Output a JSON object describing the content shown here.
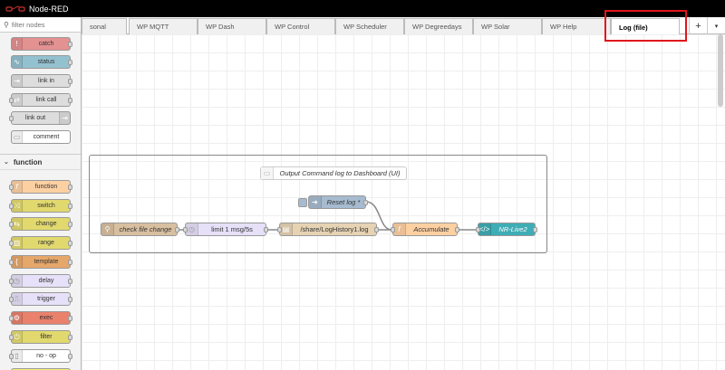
{
  "header": {
    "title": "Node-RED"
  },
  "palette": {
    "filter_placeholder": "filter nodes",
    "top_nodes": [
      {
        "label": "catch",
        "color": "#e49191",
        "icon": "exclamation-icon"
      },
      {
        "label": "status",
        "color": "#94c1d0",
        "icon": "pulse-icon"
      },
      {
        "label": "link in",
        "color": "#dddddd",
        "icon": "link-icon"
      },
      {
        "label": "link call",
        "color": "#dddddd",
        "icon": "link-icon"
      },
      {
        "label": "link out",
        "color": "#dddddd",
        "icon": "link-icon"
      },
      {
        "label": "comment",
        "color": "#ffffff",
        "icon": "comment-icon"
      }
    ],
    "category": "function",
    "function_nodes": [
      {
        "label": "function",
        "color": "#fdd0a2",
        "icon": "function-icon"
      },
      {
        "label": "switch",
        "color": "#e2d96e",
        "icon": "switch-icon"
      },
      {
        "label": "change",
        "color": "#e2d96e",
        "icon": "shuffle-icon"
      },
      {
        "label": "range",
        "color": "#e2d96e",
        "icon": "range-icon"
      },
      {
        "label": "template",
        "color": "#e6a76a",
        "icon": "brace-icon"
      },
      {
        "label": "delay",
        "color": "#e6e0f8",
        "icon": "clock-icon"
      },
      {
        "label": "trigger",
        "color": "#e6e0f8",
        "icon": "trigger-icon"
      },
      {
        "label": "exec",
        "color": "#e9816c",
        "icon": "cog-icon"
      },
      {
        "label": "filter",
        "color": "#e2d96e",
        "icon": "filter-icon"
      },
      {
        "label": "no - op",
        "color": "#ffffff",
        "icon": "plug-icon"
      }
    ]
  },
  "tabs": [
    {
      "label": "sonal",
      "active": false
    },
    {
      "label": "WP MQTT",
      "active": false
    },
    {
      "label": "WP Dash",
      "active": false
    },
    {
      "label": "WP Control",
      "active": false
    },
    {
      "label": "WP Scheduler",
      "active": false
    },
    {
      "label": "WP Degreedays",
      "active": false
    },
    {
      "label": "WP Solar",
      "active": false
    },
    {
      "label": "WP Help",
      "active": false
    },
    {
      "label": "Log (file)",
      "active": true
    }
  ],
  "tab_add": "+",
  "tab_menu": "▾",
  "flow": {
    "comment": "Output Command log to Dashboard (UI)",
    "nodes": [
      {
        "label": "check file change",
        "color": "#d8bfa0",
        "icon": "search-icon"
      },
      {
        "label": "limit 1 msg/5s",
        "color": "#e6e0f8",
        "icon": "clock-icon"
      },
      {
        "label": "/share/LogHistory1.log",
        "color": "#e6d3b3",
        "icon": "file-icon"
      },
      {
        "label": "Reset log *",
        "color": "#a6bbcf",
        "icon": "arrow-right-icon"
      },
      {
        "label": "Accumulate",
        "color": "#fdd0a2",
        "icon": "function-icon"
      },
      {
        "label": "NR-Live2",
        "color": "#3fadb5",
        "icon": "code-icon"
      }
    ]
  }
}
